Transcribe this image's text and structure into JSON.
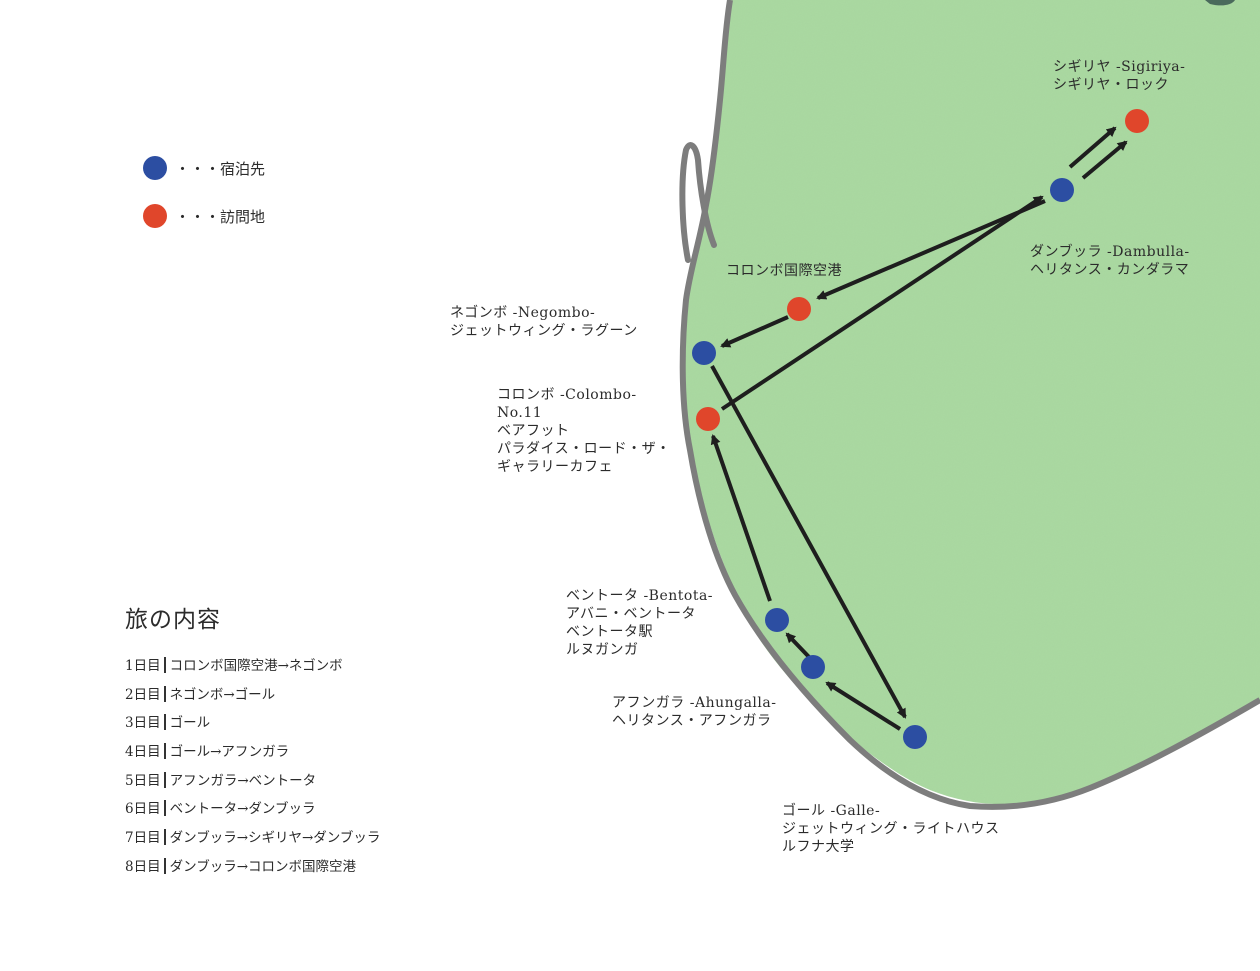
{
  "legend": {
    "lodging": {
      "label": "・・・宿泊先",
      "color": "#2c4ea2"
    },
    "visit": {
      "label": "・・・訪問地",
      "color": "#e0462b"
    }
  },
  "colors": {
    "land": "#a9d8a0",
    "coast": "#7d7d7d",
    "route": "#1e1e1e"
  },
  "places": {
    "sigiriya": [
      "シギリヤ -Sigiriya-",
      "シギリヤ・ロック"
    ],
    "dambulla": [
      "ダンブッラ -Dambulla-",
      "ヘリタンス・カンダラマ"
    ],
    "airport": [
      "コロンボ国際空港"
    ],
    "negombo": [
      "ネゴンボ -Negombo-",
      "ジェットウィング・ラグーン"
    ],
    "colombo": [
      "コロンボ -Colombo-",
      "No.11",
      "ベアフット",
      "パラダイス・ロード・ザ・",
      "ギャラリーカフェ"
    ],
    "bentota": [
      "ベントータ -Bentota-",
      "アバニ・ベントータ",
      "ベントータ駅",
      "ルヌガンガ"
    ],
    "ahungalla": [
      "アフンガラ -Ahungalla-",
      "ヘリタンス・アフンガラ"
    ],
    "galle": [
      "ゴール -Galle-",
      "ジェットウィング・ライトハウス",
      "ルフナ大学"
    ]
  },
  "itinerary": {
    "title": "旅の内容",
    "days": [
      {
        "day": "1日目",
        "route": "コロンボ国際空港→ネゴンボ"
      },
      {
        "day": "2日目",
        "route": "ネゴンボ→ゴール"
      },
      {
        "day": "3日目",
        "route": "ゴール"
      },
      {
        "day": "4日目",
        "route": "ゴール→アフンガラ"
      },
      {
        "day": "5日目",
        "route": "アフンガラ→ベントータ"
      },
      {
        "day": "6日目",
        "route": "ベントータ→ダンブッラ"
      },
      {
        "day": "7日目",
        "route": "ダンブッラ→シギリヤ→ダンブッラ"
      },
      {
        "day": "8日目",
        "route": "ダンブッラ→コロンボ国際空港"
      }
    ]
  }
}
